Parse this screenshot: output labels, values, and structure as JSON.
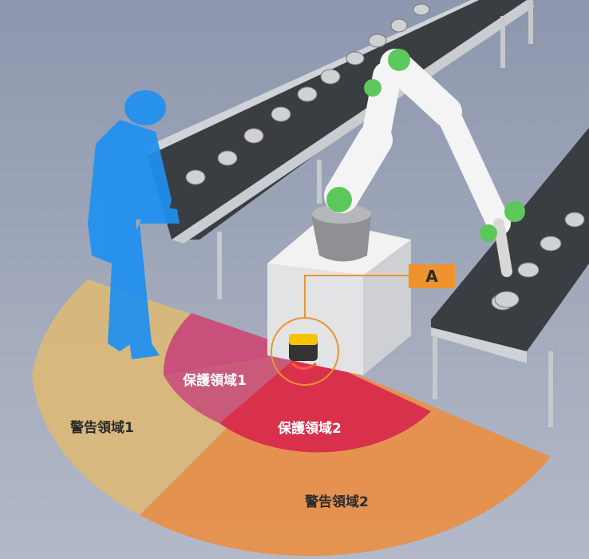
{
  "zones": {
    "protection1": "保護領域1",
    "protection2": "保護領域2",
    "warning1": "警告領域1",
    "warning2": "警告領域2"
  },
  "callout": "A",
  "colors": {
    "floor": "#a3abbd",
    "warning1": "#d9b87a",
    "warning2": "#e8904a",
    "protection1": "#c9507a",
    "protection2": "#d9304c",
    "callout": "#f0922c",
    "worker": "#1e90f0",
    "robot_accent": "#5cc85c"
  }
}
